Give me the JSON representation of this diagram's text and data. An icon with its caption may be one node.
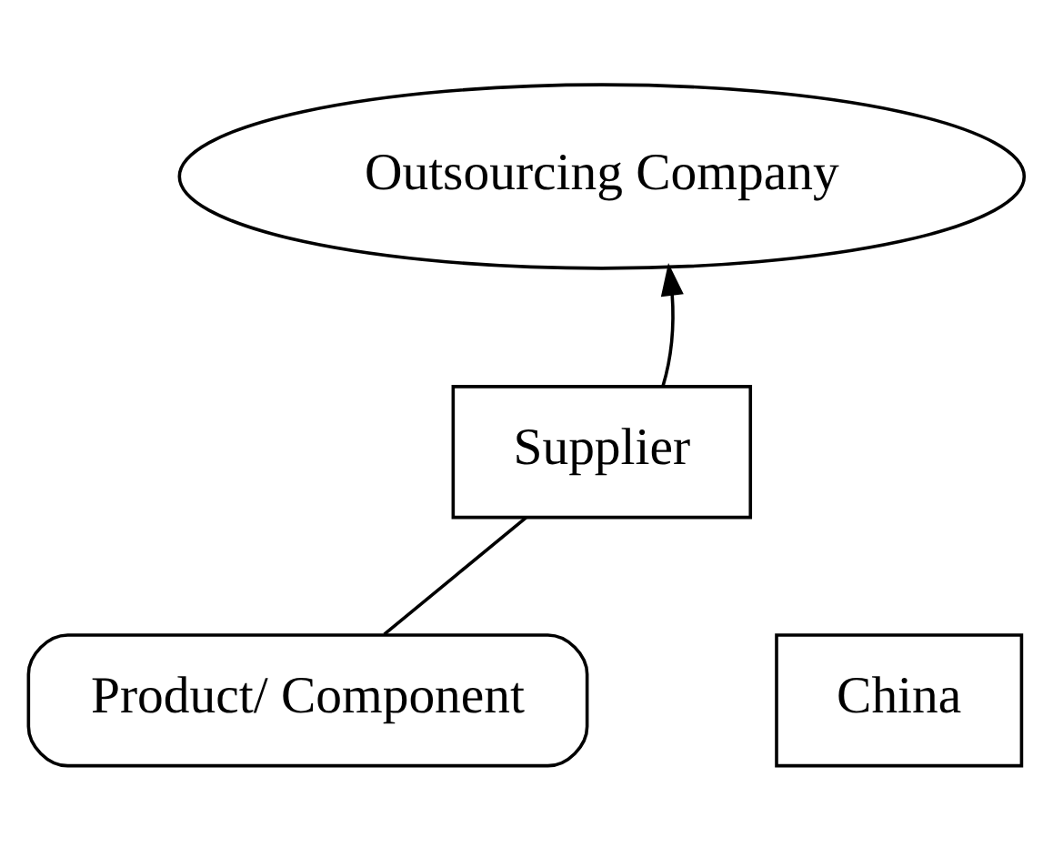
{
  "diagram": {
    "nodes": [
      {
        "text": [
          "Outsourcing Company"
        ]
      },
      {
        "text": [
          "Supplier"
        ]
      },
      {
        "text": [
          "Product/ Component"
        ]
      },
      {
        "text": [
          "China"
        ]
      }
    ],
    "edges": [
      {
        "from": 1,
        "to": 0,
        "arrow": "to"
      },
      {
        "from": 1,
        "to": 2,
        "arrow": "none"
      }
    ]
  }
}
